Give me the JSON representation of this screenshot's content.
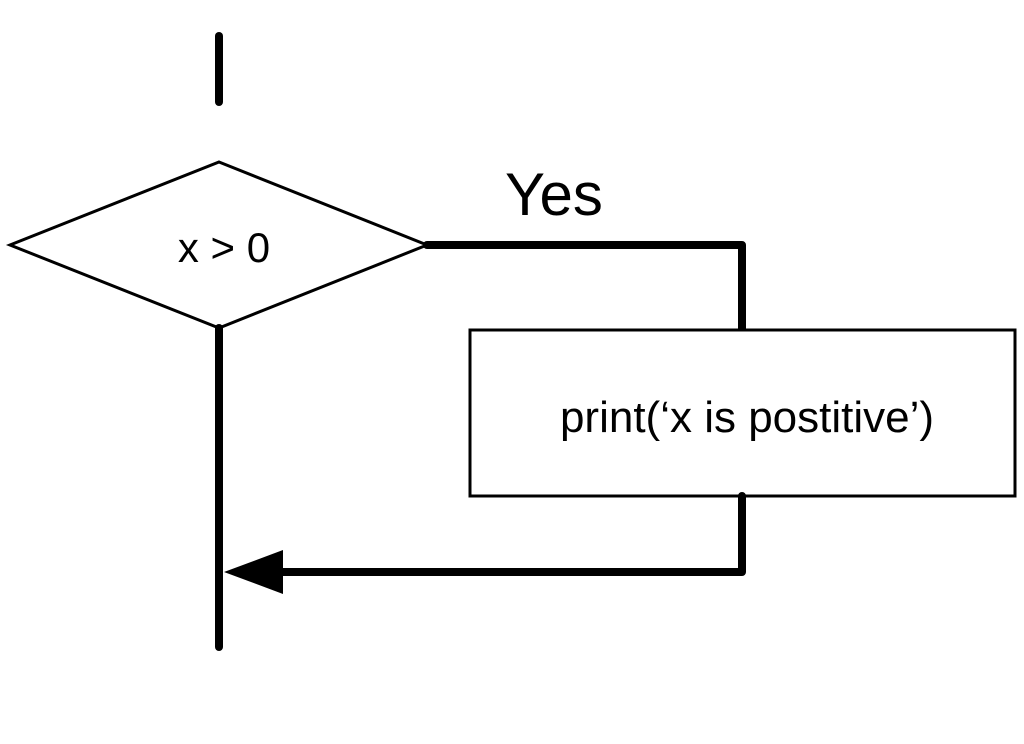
{
  "flowchart": {
    "decision": {
      "condition": "x > 0"
    },
    "branch_yes": {
      "label": "Yes"
    },
    "action": {
      "statement": "print(‘x is postitive’)"
    }
  },
  "colors": {
    "stroke": "#000000",
    "background": "#ffffff"
  }
}
